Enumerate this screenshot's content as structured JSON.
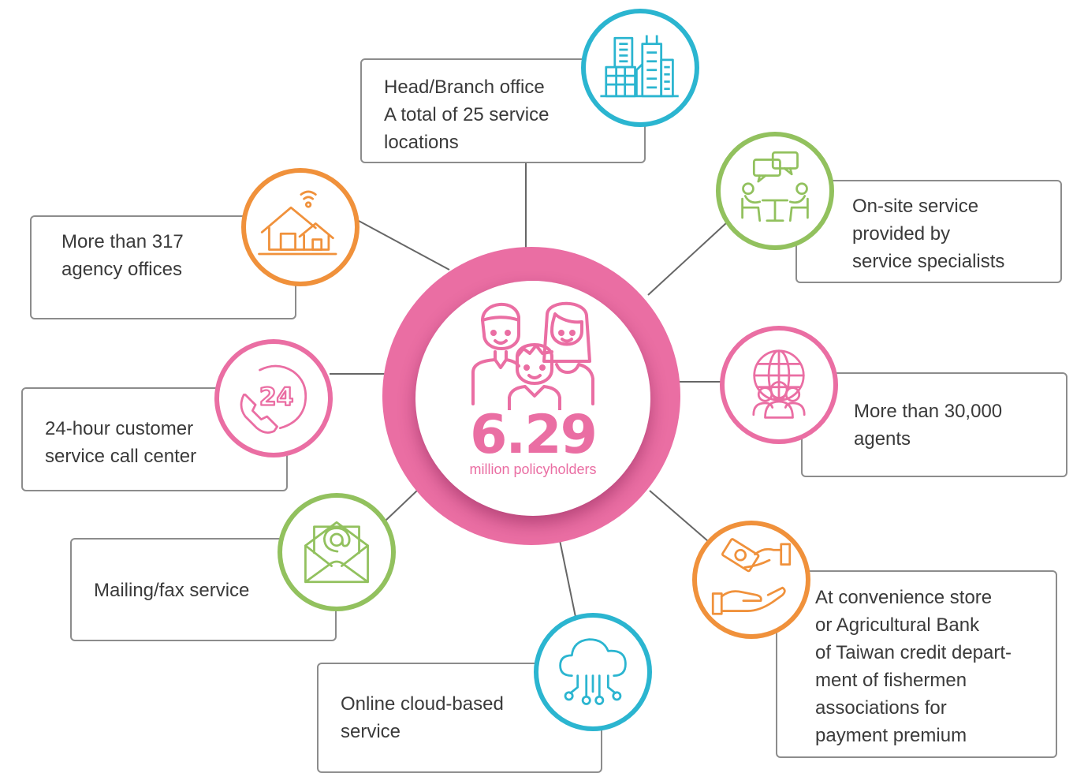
{
  "colors": {
    "pink": "#ea6ea3",
    "blue": "#2bb5d0",
    "green": "#92c15e",
    "orange": "#f0913b",
    "border_gray": "#8c8c8c",
    "text_gray": "#3a3a3a"
  },
  "center": {
    "number": "6.29",
    "caption": "million policyholders",
    "icon": "family-icon"
  },
  "nodes": [
    {
      "id": "head-branch",
      "icon": "city-buildings-icon",
      "color": "blue",
      "lines": [
        "Head/Branch office",
        "A total of 25 service",
        "locations"
      ]
    },
    {
      "id": "on-site",
      "icon": "meeting-table-icon",
      "color": "green",
      "lines": [
        "On-site service",
        "provided by",
        "service specialists"
      ]
    },
    {
      "id": "agents",
      "icon": "globe-people-icon",
      "color": "pink",
      "lines": [
        "More than 30,000",
        "agents"
      ]
    },
    {
      "id": "convenience-store",
      "icon": "money-hand-icon",
      "color": "orange",
      "lines": [
        "At convenience store",
        "or Agricultural Bank",
        "of Taiwan credit depart-",
        "ment of fishermen",
        "associations for",
        "payment premium"
      ]
    },
    {
      "id": "online",
      "icon": "cloud-network-icon",
      "color": "blue",
      "lines": [
        "Online cloud-based",
        "service"
      ]
    },
    {
      "id": "mailing",
      "icon": "email-envelope-icon",
      "color": "green",
      "lines": [
        "Mailing/fax service"
      ]
    },
    {
      "id": "call-center",
      "icon": "phone-24-icon",
      "color": "pink",
      "lines": [
        "24-hour customer",
        "service call center"
      ]
    },
    {
      "id": "agency",
      "icon": "house-wifi-icon",
      "color": "orange",
      "lines": [
        "More than 317",
        "agency offices"
      ]
    }
  ]
}
